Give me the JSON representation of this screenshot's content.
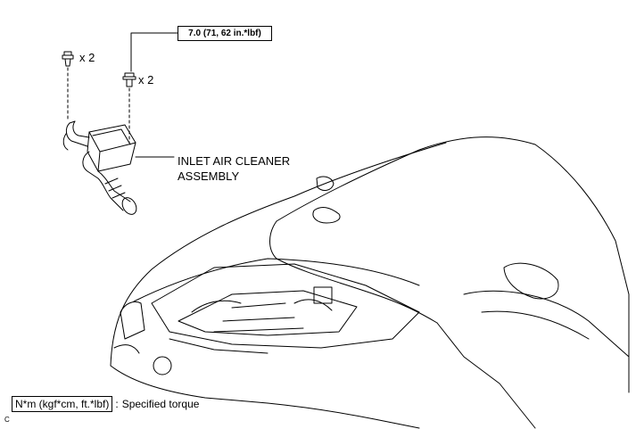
{
  "callouts": {
    "torque_spec": "7.0 (71, 62 in.*lbf)",
    "clip_quantity": "x 2",
    "bolt_quantity": "x 2",
    "part_name_line1": "INLET AIR CLEANER",
    "part_name_line2": "ASSEMBLY"
  },
  "legend": {
    "unit": "N*m (kgf*cm, ft.*lbf)",
    "separator": ":",
    "description": "Specified torque"
  },
  "figure_code": "C"
}
